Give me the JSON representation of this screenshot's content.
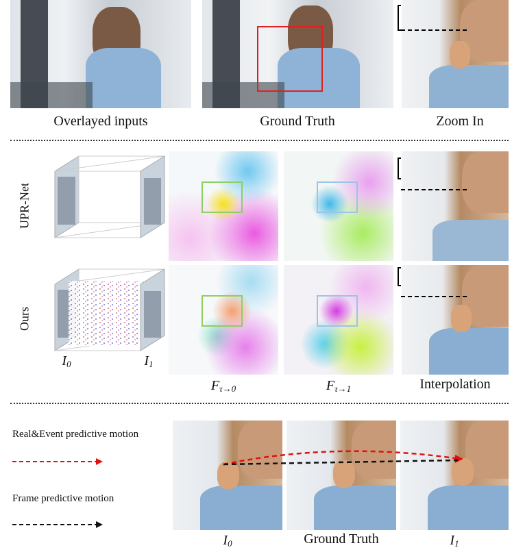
{
  "top_row": {
    "captions": [
      "Overlayed inputs",
      "Ground Truth",
      "Zoom In"
    ]
  },
  "middle": {
    "row_labels": [
      "UPR-Net",
      "Ours"
    ],
    "cube_labels": {
      "left": "I",
      "left_sub": "0",
      "right": "I",
      "right_sub": "1"
    },
    "captions": {
      "flow0": "F",
      "flow0_sub": "τ→0",
      "flow1": "F",
      "flow1_sub": "τ→1",
      "interp": "Interpolation"
    }
  },
  "bottom": {
    "legend": {
      "real_event": "Real&Event predictive motion",
      "frame": "Frame predictive motion"
    },
    "captions": {
      "i0": "I",
      "i0_sub": "0",
      "gt": "Ground Truth",
      "i1": "I",
      "i1_sub": "1"
    }
  },
  "colors": {
    "crop_box": "#e02020",
    "flow_box0": "#8fcf5f",
    "flow_box1": "#9cc3e8",
    "real_event_arrow": "#e01010",
    "frame_arrow": "#111111"
  }
}
